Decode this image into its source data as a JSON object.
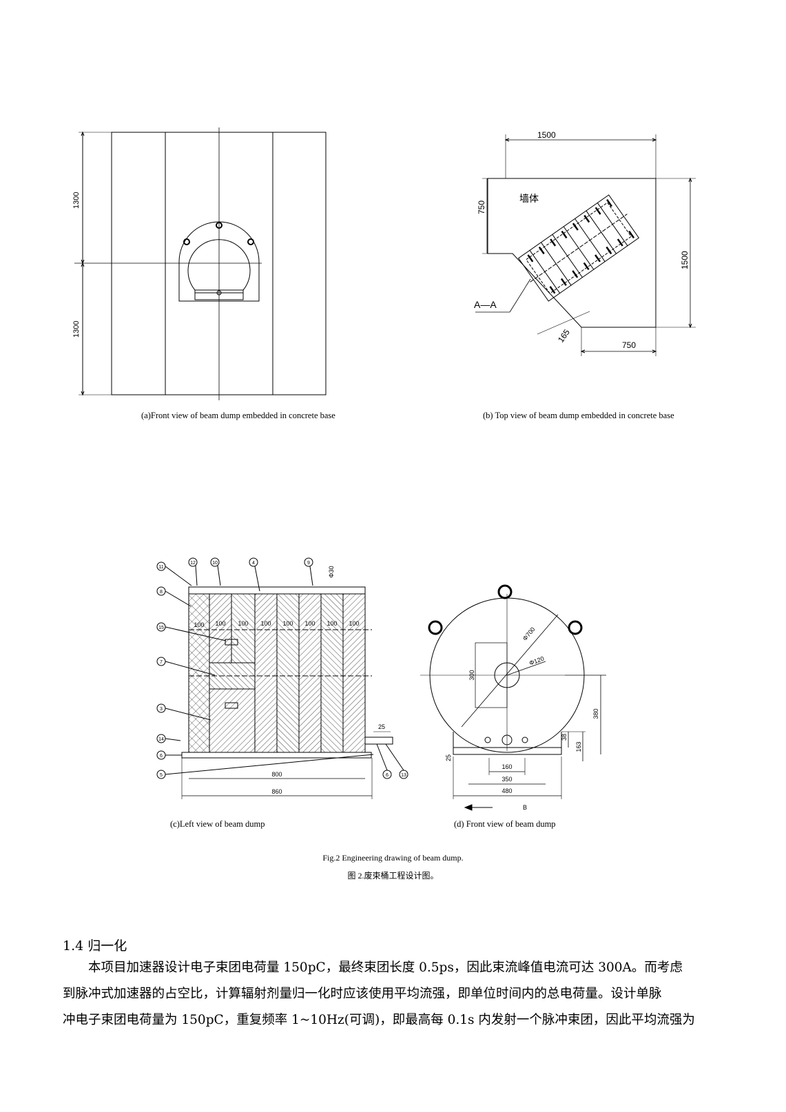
{
  "figure_a": {
    "caption": "(a)Front view of beam dump embedded in concrete base",
    "dim_top": "1300",
    "dim_bottom": "1300"
  },
  "figure_b": {
    "caption": "(b) Top view of beam dump embedded in concrete base",
    "dim_width": "1500",
    "dim_height": "1500",
    "dim_left": "750",
    "dim_bottom": "750",
    "dim_diag": "165",
    "wall_label": "墙体",
    "section_label": "A—A"
  },
  "figure_c": {
    "caption": "(c)Left view of beam dump",
    "layer_dims": [
      "100",
      "100",
      "100",
      "100",
      "100",
      "100",
      "100",
      "100"
    ],
    "dim_800": "800",
    "dim_860": "860",
    "dim_25": "25",
    "dim_phi30": "Φ30",
    "callouts": [
      "11",
      "12",
      "10",
      "4",
      "9",
      "8",
      "15",
      "7",
      "3",
      "14",
      "6",
      "5",
      "6",
      "13"
    ]
  },
  "figure_d": {
    "caption": "(d) Front view of beam dump",
    "dim_phi700": "Φ700",
    "dim_phi120": "Φ120",
    "dim_300": "300",
    "dim_380": "380",
    "dim_38": "38",
    "dim_163": "163",
    "dim_25": "25",
    "dim_160": "160",
    "dim_350": "350",
    "dim_480": "480",
    "view_b": "B"
  },
  "fig_caption_en": "Fig.2 Engineering drawing of beam dump.",
  "fig_caption_cn": "图 2.废束桶工程设计图。",
  "section_heading": "1.4 归一化",
  "paragraph_lines": [
    "本项目加速器设计电子束团电荷量 150pC，最终束团长度 0.5ps，因此束流峰值电流可达 300A。而考虑",
    "到脉冲式加速器的占空比，计算辐射剂量归一化时应该使用平均流强，即单位时间内的总电荷量。设计单脉",
    "冲电子束团电荷量为 150pC，重复频率 1~10Hz(可调)，即最高每 0.1s 内发射一个脉冲束团，因此平均流强为"
  ]
}
